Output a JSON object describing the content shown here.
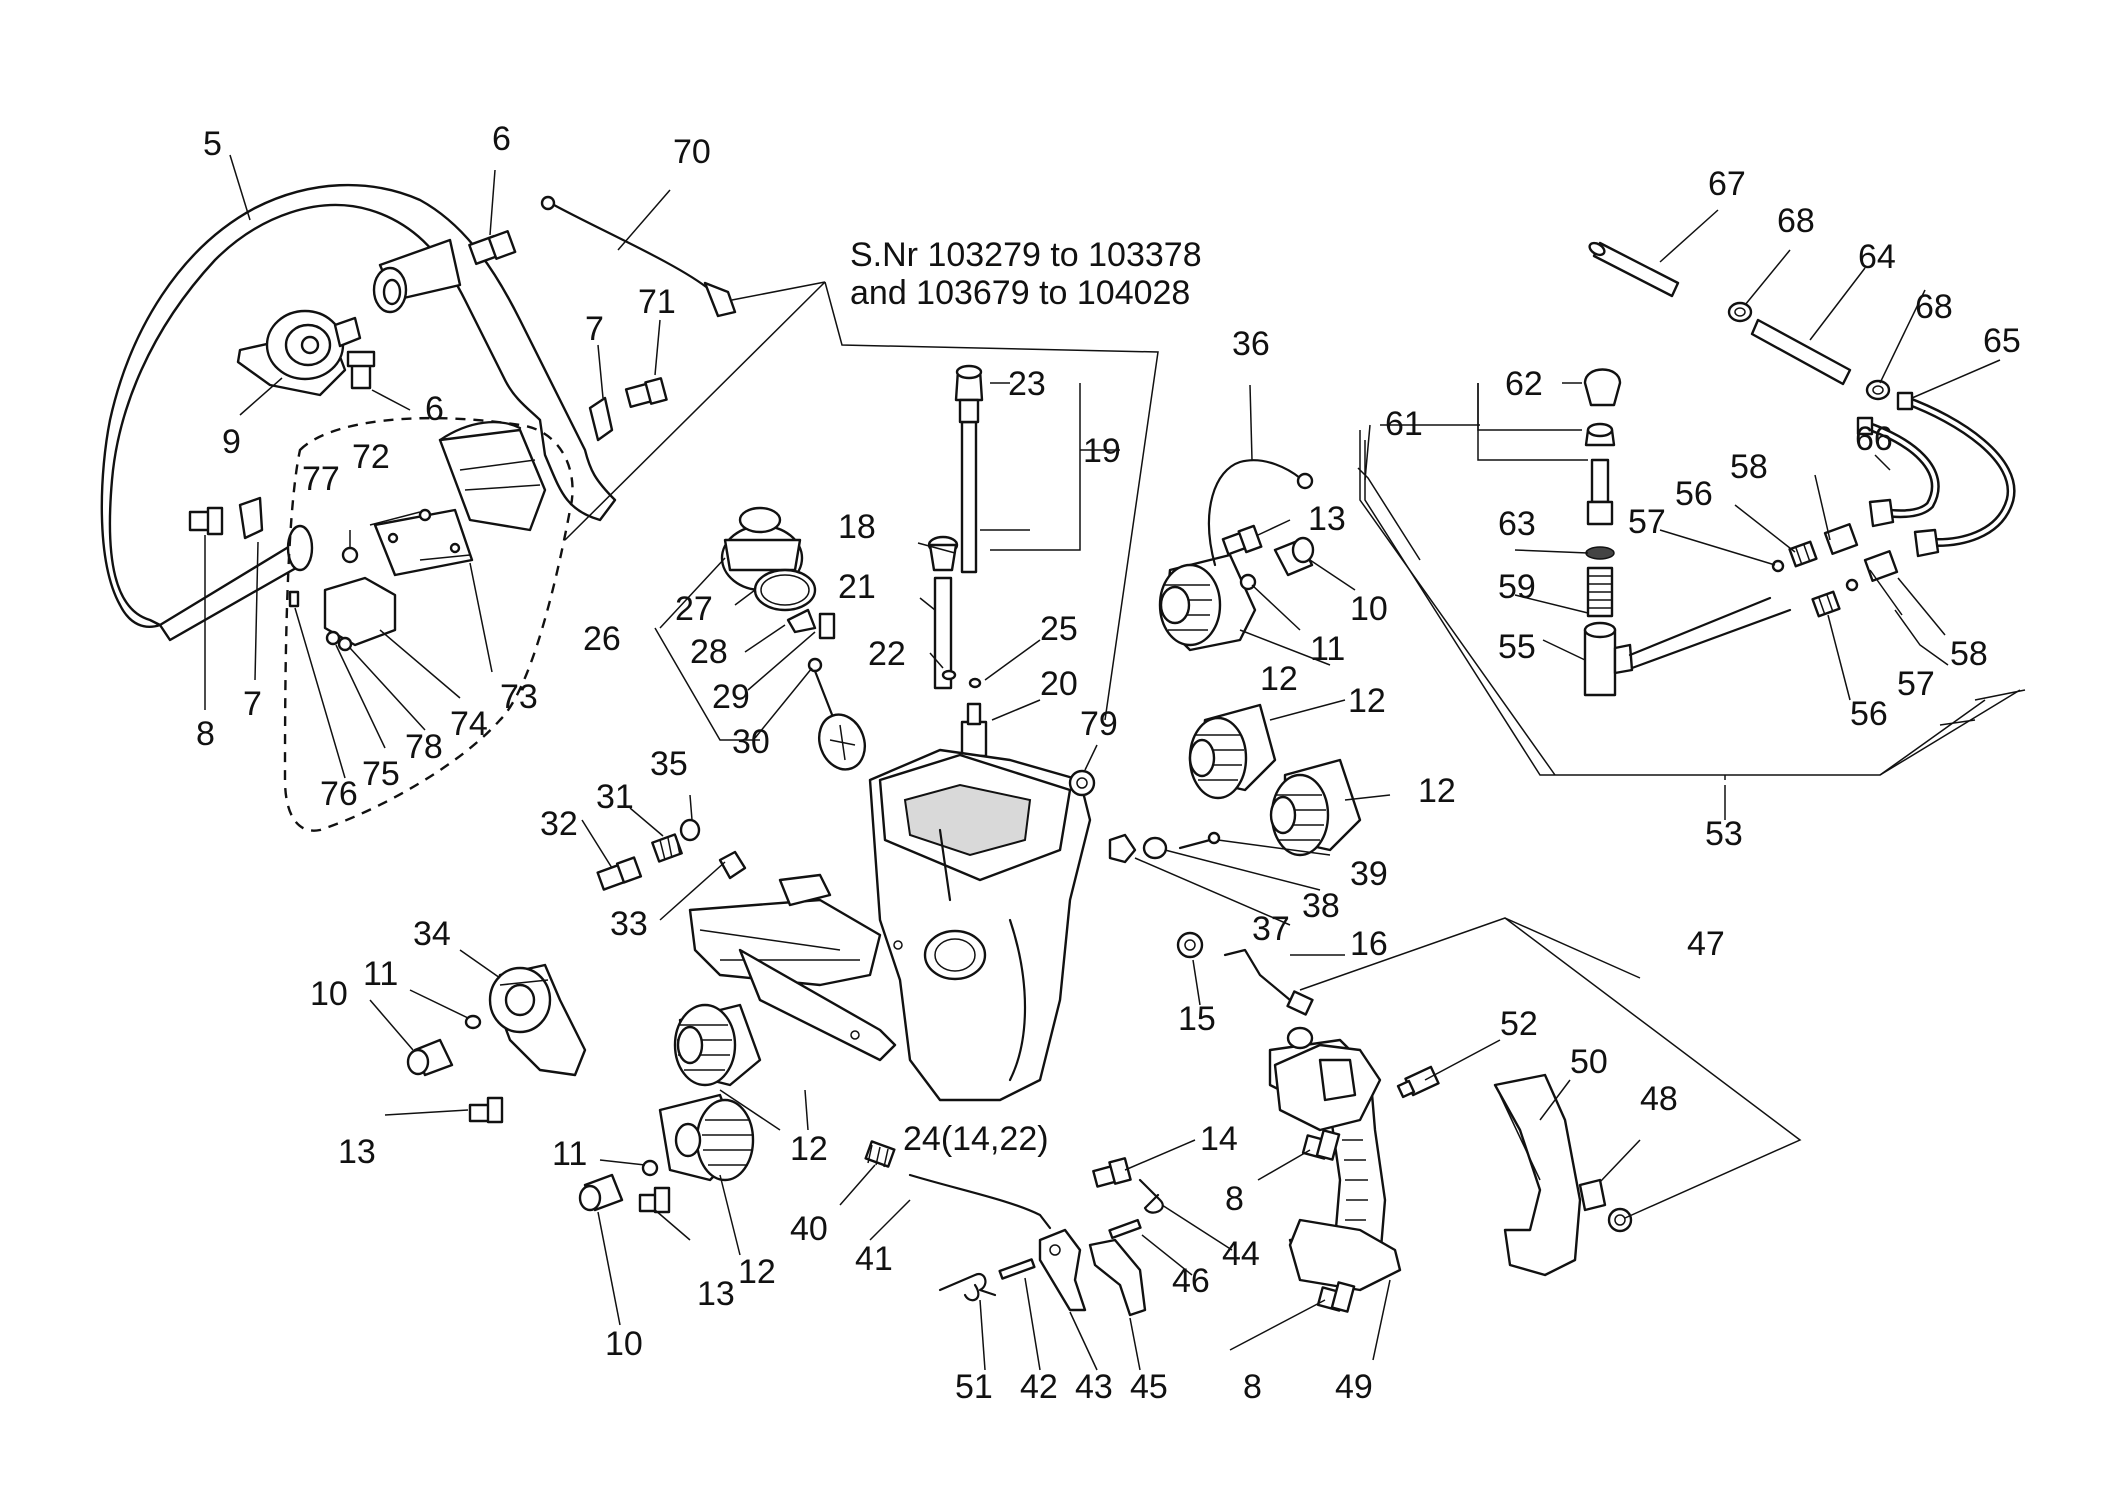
{
  "note": {
    "line1": "S.Nr 103279 to 103378",
    "line2": "and 103679 to 104028"
  },
  "labels": [
    {
      "id": "l5",
      "text": "5"
    },
    {
      "id": "l6a",
      "text": "6"
    },
    {
      "id": "l70",
      "text": "70"
    },
    {
      "id": "l6b",
      "text": "6"
    },
    {
      "id": "l9",
      "text": "9"
    },
    {
      "id": "l7a",
      "text": "7"
    },
    {
      "id": "l71",
      "text": "71"
    },
    {
      "id": "l77",
      "text": "77"
    },
    {
      "id": "l72",
      "text": "72"
    },
    {
      "id": "l8a",
      "text": "8"
    },
    {
      "id": "l7b",
      "text": "7"
    },
    {
      "id": "l73",
      "text": "73"
    },
    {
      "id": "l74",
      "text": "74"
    },
    {
      "id": "l78",
      "text": "78"
    },
    {
      "id": "l75",
      "text": "75"
    },
    {
      "id": "l76",
      "text": "76"
    },
    {
      "id": "l23",
      "text": "23"
    },
    {
      "id": "l19",
      "text": "19"
    },
    {
      "id": "l18",
      "text": "18"
    },
    {
      "id": "l21",
      "text": "21"
    },
    {
      "id": "l22",
      "text": "22"
    },
    {
      "id": "l25",
      "text": "25"
    },
    {
      "id": "l20",
      "text": "20"
    },
    {
      "id": "l26",
      "text": "26"
    },
    {
      "id": "l27",
      "text": "27"
    },
    {
      "id": "l28",
      "text": "28"
    },
    {
      "id": "l29",
      "text": "29"
    },
    {
      "id": "l30",
      "text": "30"
    },
    {
      "id": "l79",
      "text": "79"
    },
    {
      "id": "l36",
      "text": "36"
    },
    {
      "id": "l13a",
      "text": "13"
    },
    {
      "id": "l10a",
      "text": "10"
    },
    {
      "id": "l11a",
      "text": "11"
    },
    {
      "id": "l12a",
      "text": "12"
    },
    {
      "id": "l12b",
      "text": "12"
    },
    {
      "id": "l12c",
      "text": "12"
    },
    {
      "id": "l39",
      "text": "39"
    },
    {
      "id": "l38",
      "text": "38"
    },
    {
      "id": "l37",
      "text": "37"
    },
    {
      "id": "l35",
      "text": "35"
    },
    {
      "id": "l31",
      "text": "31"
    },
    {
      "id": "l32",
      "text": "32"
    },
    {
      "id": "l33",
      "text": "33"
    },
    {
      "id": "l34",
      "text": "34"
    },
    {
      "id": "l11b",
      "text": "11"
    },
    {
      "id": "l10b",
      "text": "10"
    },
    {
      "id": "l13b",
      "text": "13"
    },
    {
      "id": "l12d",
      "text": "12"
    },
    {
      "id": "l24",
      "text": "24(14,22)"
    },
    {
      "id": "l11c",
      "text": "11"
    },
    {
      "id": "l13c",
      "text": "13"
    },
    {
      "id": "l12e",
      "text": "12"
    },
    {
      "id": "l10c",
      "text": "10"
    },
    {
      "id": "l40",
      "text": "40"
    },
    {
      "id": "l41",
      "text": "41"
    },
    {
      "id": "l14",
      "text": "14"
    },
    {
      "id": "l44",
      "text": "44"
    },
    {
      "id": "l46",
      "text": "46"
    },
    {
      "id": "l51",
      "text": "51"
    },
    {
      "id": "l42",
      "text": "42"
    },
    {
      "id": "l43",
      "text": "43"
    },
    {
      "id": "l45",
      "text": "45"
    },
    {
      "id": "l16",
      "text": "16"
    },
    {
      "id": "l15",
      "text": "15"
    },
    {
      "id": "l47",
      "text": "47"
    },
    {
      "id": "l52",
      "text": "52"
    },
    {
      "id": "l50",
      "text": "50"
    },
    {
      "id": "l48",
      "text": "48"
    },
    {
      "id": "l8b",
      "text": "8"
    },
    {
      "id": "l8c",
      "text": "8"
    },
    {
      "id": "l49",
      "text": "49"
    },
    {
      "id": "l67",
      "text": "67"
    },
    {
      "id": "l68a",
      "text": "68"
    },
    {
      "id": "l64",
      "text": "64"
    },
    {
      "id": "l68b",
      "text": "68"
    },
    {
      "id": "l65",
      "text": "65"
    },
    {
      "id": "l62",
      "text": "62"
    },
    {
      "id": "l61",
      "text": "61"
    },
    {
      "id": "l66",
      "text": "66"
    },
    {
      "id": "l58a",
      "text": "58"
    },
    {
      "id": "l56a",
      "text": "56"
    },
    {
      "id": "l57a",
      "text": "57"
    },
    {
      "id": "l63",
      "text": "63"
    },
    {
      "id": "l59",
      "text": "59"
    },
    {
      "id": "l55",
      "text": "55"
    },
    {
      "id": "l58b",
      "text": "58"
    },
    {
      "id": "l57b",
      "text": "57"
    },
    {
      "id": "l56b",
      "text": "56"
    },
    {
      "id": "l53",
      "text": "53"
    }
  ]
}
